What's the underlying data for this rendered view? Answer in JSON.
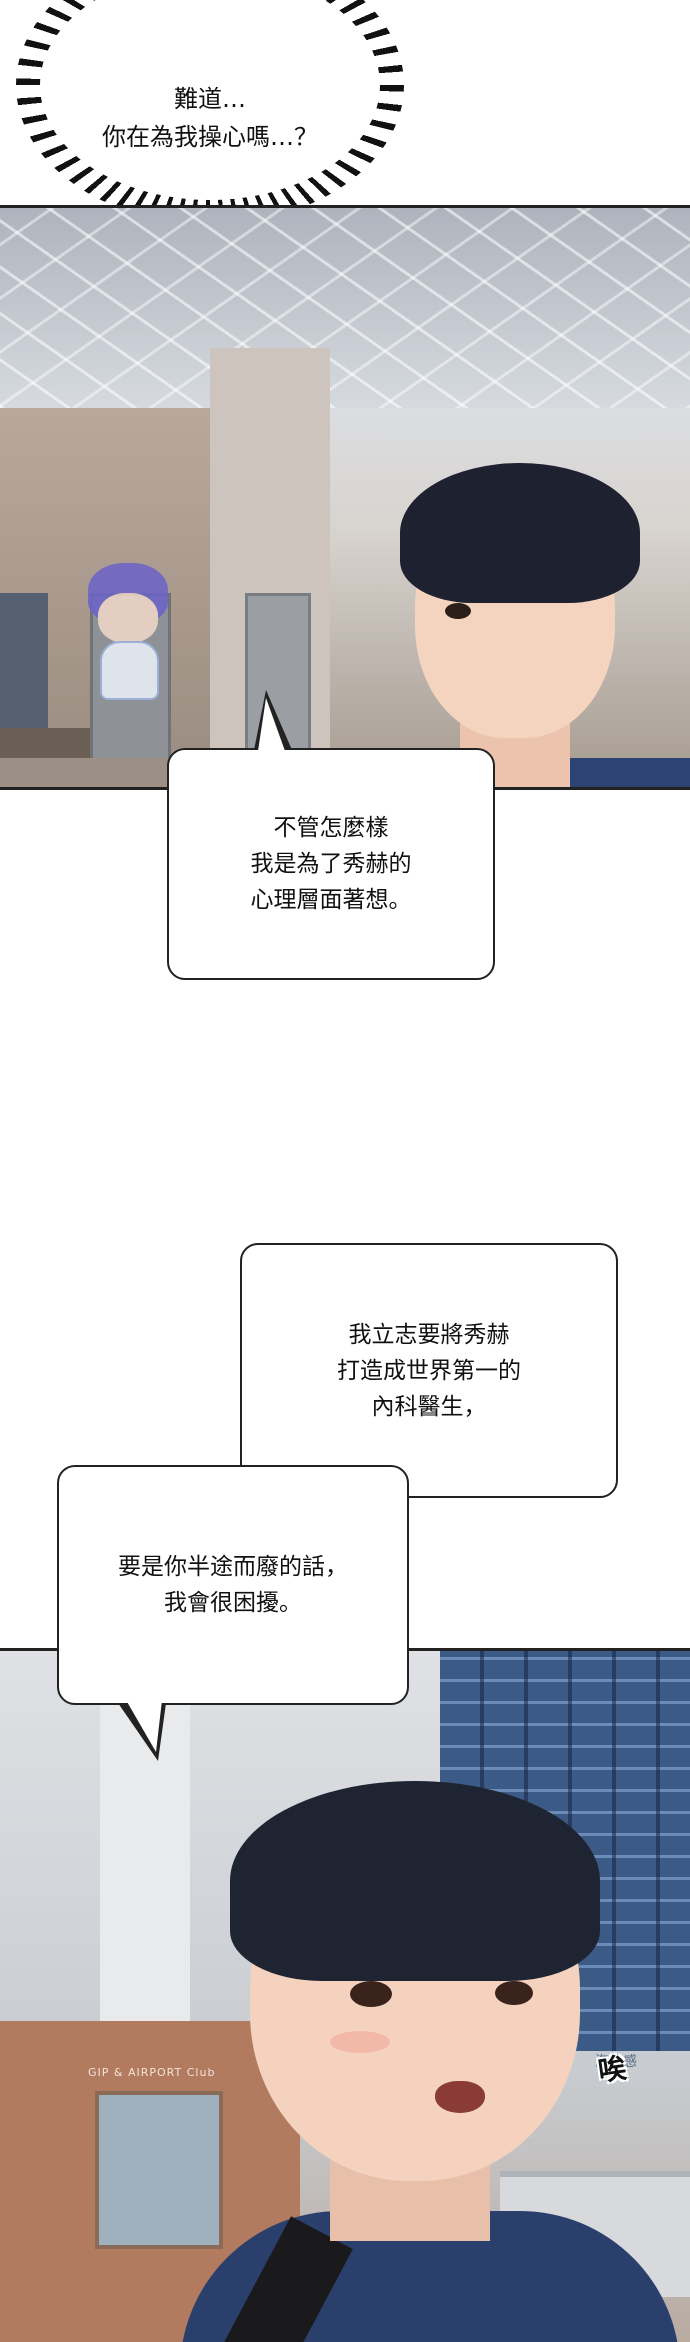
{
  "burst_bubble": {
    "lines": [
      "難道…",
      "你在為我操心嗎…？"
    ]
  },
  "bubble_1": {
    "lines": [
      "不管怎麼樣",
      "我是為了秀赫的",
      "心理層面著想。"
    ]
  },
  "bubble_2": {
    "lines": [
      "我立志要將秀赫",
      "打造成世界第一的",
      "內科醫生，"
    ]
  },
  "bubble_3": {
    "lines": [
      "要是你半途而廢的話，",
      "我會很困擾。"
    ]
  },
  "background_sign": "GIP & AIRPORT Club",
  "background_small_text": "海外感",
  "sound_effect": "唉",
  "colors": {
    "shirt": "#2d4373",
    "hair": "#1e2230",
    "skin": "#f4d3bf",
    "ink": "#111111"
  }
}
